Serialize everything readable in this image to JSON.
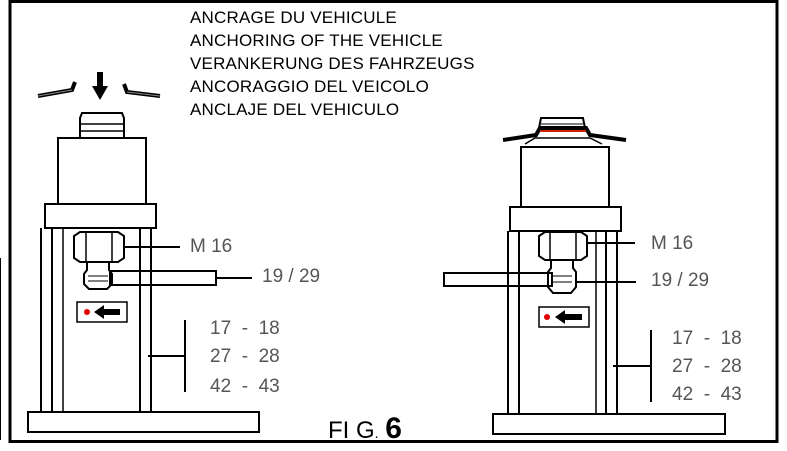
{
  "title_lines": [
    "ANCRAGE DU VEHICULE",
    "ANCHORING OF THE VEHICLE",
    "VERANKERUNG DES FAHRZEUGS",
    "ANCORAGGIO DEL VEICOLO",
    "ANCLAJE DEL VEHICULO"
  ],
  "left_assembly": {
    "bolt_label": "M 16",
    "wrench_label": "19 / 29",
    "height_labels": [
      "17  -  18",
      "27  -  28",
      "42  -  43"
    ]
  },
  "right_assembly": {
    "bolt_label": "M 16",
    "wrench_label": "19 / 29",
    "height_labels": [
      "17  -  18",
      "27  -  28",
      "42  -  43"
    ]
  },
  "caption": {
    "prefix": "FI G",
    "dot": ".",
    "number": "6"
  },
  "colors": {
    "line": "#000000",
    "label_grey": "#555555",
    "indicator_red": "#e00000",
    "seal_red": "#cc2200"
  },
  "icons": [
    "down-arrow-icon",
    "left-arrow-icon"
  ]
}
